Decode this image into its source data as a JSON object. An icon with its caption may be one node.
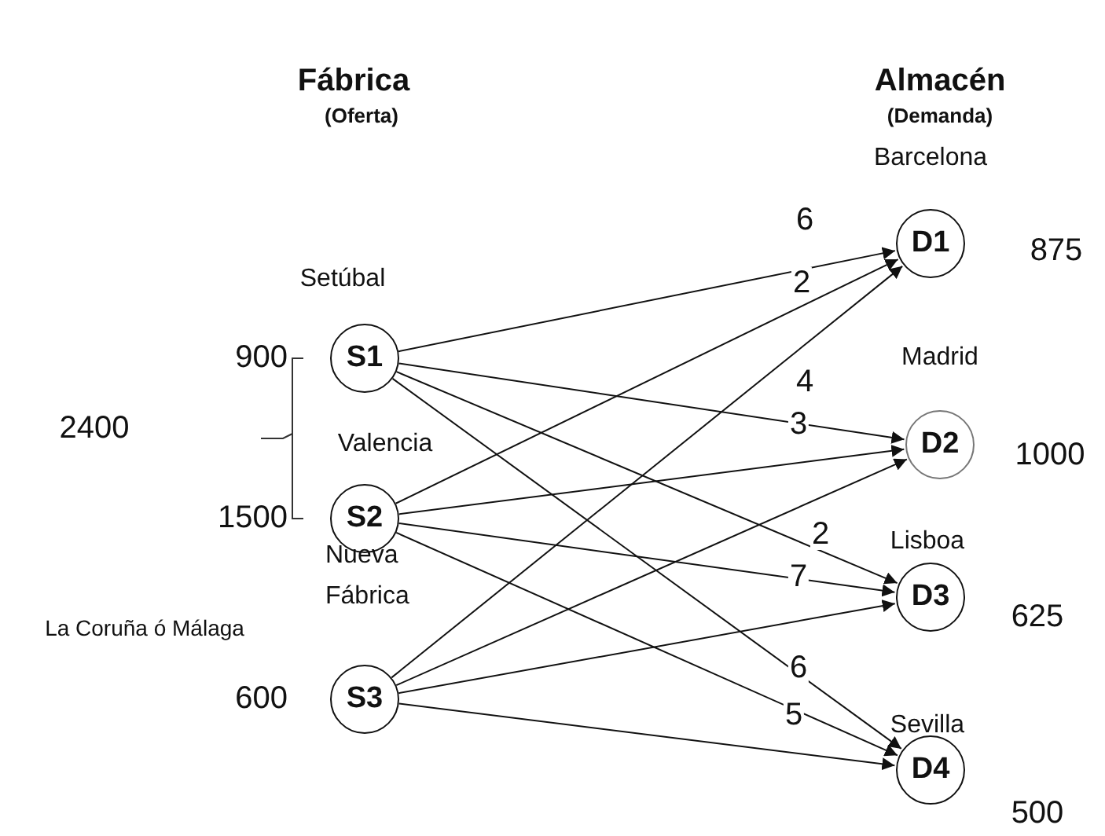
{
  "diagram": {
    "nodes": [
      {
        "text": [
          "S1"
        ],
        "beside": [
          "Setúbal",
          "900"
        ]
      },
      {
        "text": [
          "S2"
        ],
        "beside": [
          "Valencia",
          "1500"
        ]
      },
      {
        "text": [
          "S3"
        ],
        "beside": [
          "La Coruña ó Málaga",
          "600"
        ]
      },
      {
        "text": [
          "D1"
        ],
        "beside": [
          "Barcelona",
          "875"
        ]
      },
      {
        "text": [
          "D2"
        ],
        "beside": [
          "Madrid",
          "1000"
        ]
      },
      {
        "text": [
          "D3"
        ],
        "beside": [
          "Lisboa",
          "625"
        ]
      },
      {
        "text": [
          "D4"
        ],
        "beside": [
          "Sevilla",
          "500"
        ]
      }
    ],
    "edges": [
      {
        "from": 0,
        "to": 3,
        "arrow": "to",
        "label": "6"
      },
      {
        "from": 0,
        "to": 4,
        "arrow": "to",
        "label": "4"
      },
      {
        "from": 0,
        "to": 5,
        "arrow": "to",
        "label": "2"
      },
      {
        "from": 0,
        "to": 6,
        "arrow": "to",
        "label": "6"
      },
      {
        "from": 1,
        "to": 3,
        "arrow": "to",
        "label": "2"
      },
      {
        "from": 1,
        "to": 4,
        "arrow": "to",
        "label": "3"
      },
      {
        "from": 1,
        "to": 5,
        "arrow": "to",
        "label": "7"
      },
      {
        "from": 1,
        "to": 6,
        "arrow": "to",
        "label": "5"
      },
      {
        "from": 2,
        "to": 3,
        "arrow": "to"
      },
      {
        "from": 2,
        "to": 4,
        "arrow": "to"
      },
      {
        "from": 2,
        "to": 5,
        "arrow": "to"
      },
      {
        "from": 2,
        "to": 6,
        "arrow": "to"
      }
    ],
    "labels": [
      "Fábrica",
      "(Oferta)",
      "Almacén",
      "(Demanda)",
      "2400",
      "Nueva Fábrica"
    ]
  }
}
